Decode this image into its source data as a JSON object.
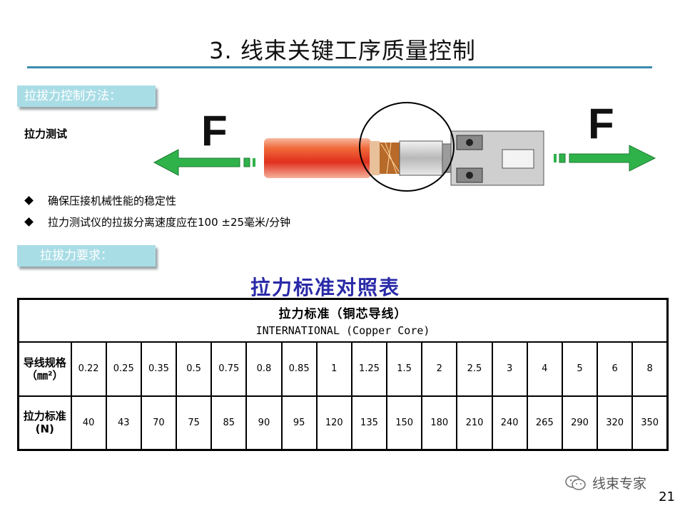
{
  "slide": {
    "title": "3. 线束关键工序质量控制",
    "page_number": "21"
  },
  "section1": {
    "label": "拉拔力控制方法：",
    "subhead": "拉力测试",
    "bullets": [
      "确保压接机械性能的稳定性",
      "拉力测试仪的拉拔分离速度应在100 ±25毫米/分钟"
    ]
  },
  "diagram": {
    "left_force": "F",
    "right_force": "F",
    "colors": {
      "arrow": "#2fb24a",
      "wire": "#e23b2a",
      "terminal": "#c8c8c8"
    }
  },
  "section2": {
    "label": "拉拔力要求："
  },
  "table": {
    "title": "拉力标准对照表",
    "header_cn": "拉力标准（铜芯导线）",
    "header_en": "INTERNATIONAL (Copper Core)",
    "row1_label": "导线规格（㎜²）",
    "row2_label": "拉力标准(N)",
    "sizes": [
      "0.22",
      "0.25",
      "0.35",
      "0.5",
      "0.75",
      "0.8",
      "0.85",
      "1",
      "1.25",
      "1.5",
      "2",
      "2.5",
      "3",
      "4",
      "5",
      "6",
      "8"
    ],
    "forces": [
      "40",
      "43",
      "70",
      "75",
      "85",
      "90",
      "95",
      "120",
      "135",
      "150",
      "180",
      "210",
      "240",
      "265",
      "290",
      "320",
      "350"
    ]
  },
  "watermark": {
    "text": "线束专家",
    "icon": "wechat-icon"
  }
}
